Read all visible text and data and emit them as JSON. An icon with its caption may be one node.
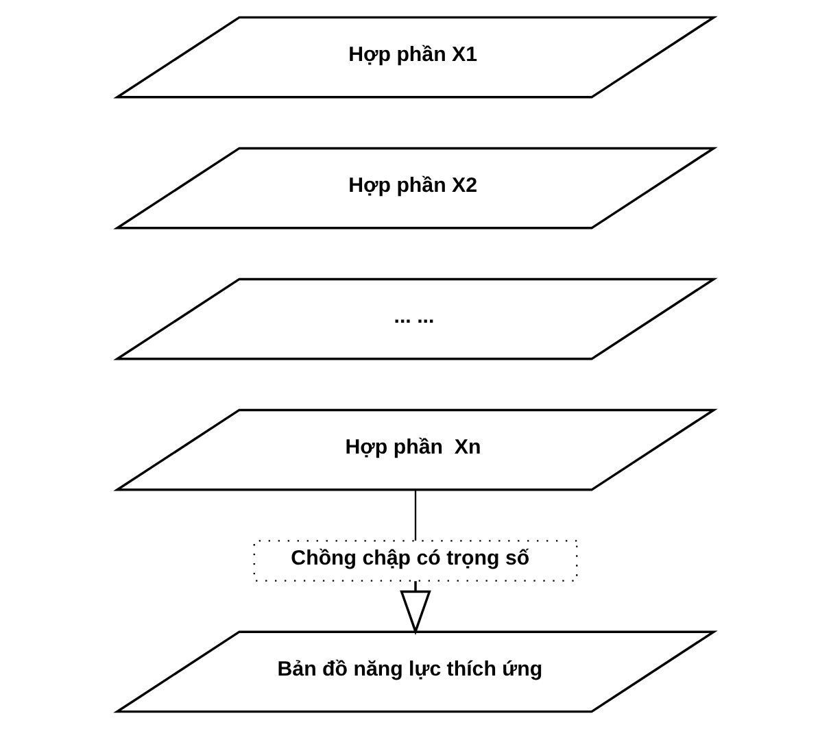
{
  "diagram": {
    "nodes": [
      {
        "text": [
          "Hợp phần X1"
        ]
      },
      {
        "text": [
          "Hợp phần X2"
        ]
      },
      {
        "text": [
          "... ..."
        ]
      },
      {
        "text": [
          "Hợp phần  Xn"
        ]
      },
      {
        "text": [
          "Chồng chập có trọng số"
        ]
      },
      {
        "text": [
          "Bản đồ năng lực thích ứng"
        ]
      }
    ],
    "edges": [
      {
        "from": 3,
        "to": 4,
        "arrow": "none"
      },
      {
        "from": 4,
        "to": 5,
        "arrow": "to"
      }
    ]
  }
}
